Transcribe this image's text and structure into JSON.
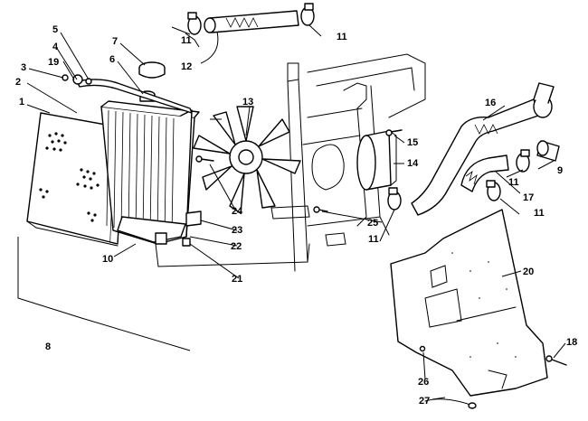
{
  "callouts": {
    "c1": "1",
    "c2": "2",
    "c3": "3",
    "c4": "4",
    "c5": "5",
    "c6": "6",
    "c7": "7",
    "c8": "8",
    "c9": "9",
    "c10": "10",
    "c11a": "11",
    "c11b": "11",
    "c11c": "11",
    "c11d": "11",
    "c11e": "11",
    "c12": "12",
    "c13": "13",
    "c14": "14",
    "c15": "15",
    "c16": "16",
    "c17": "17",
    "c18": "18",
    "c19": "19",
    "c20": "20",
    "c21": "21",
    "c22": "22",
    "c23": "23",
    "c24": "24",
    "c25": "25",
    "c26": "26",
    "c27": "27"
  }
}
